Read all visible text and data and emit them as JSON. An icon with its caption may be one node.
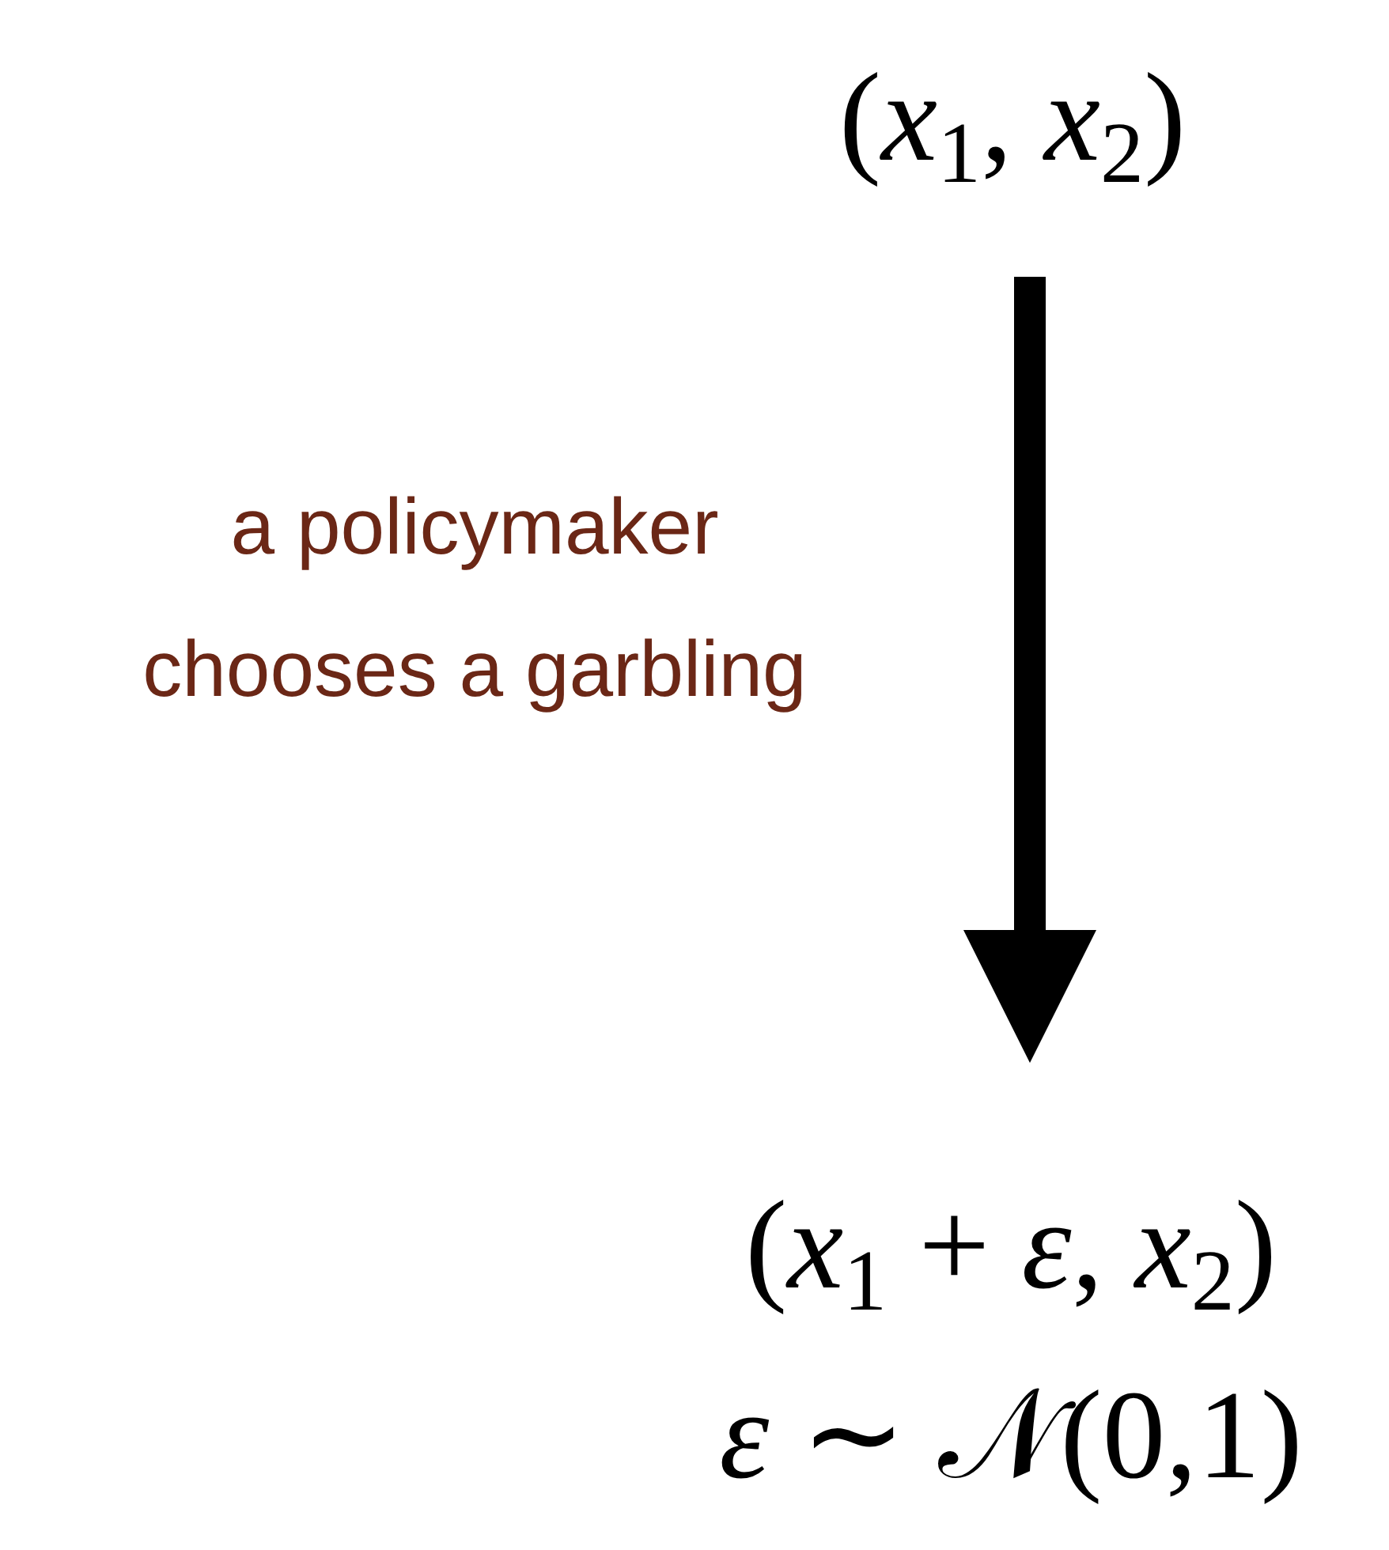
{
  "diagram": {
    "nodes": [
      {
        "text": [
          "(*x*$_{1}$, *x*$_{2}$)"
        ]
      },
      {
        "text": [
          "(*x*$_{1}$ + *ε*, *x*$_{2}$)",
          "*ε* ∼ 𝒩(0,1)"
        ]
      }
    ],
    "edges": [
      {
        "from": 0,
        "to": 1,
        "arrow": "to",
        "label": "a policymaker chooses a garbling"
      }
    ]
  }
}
